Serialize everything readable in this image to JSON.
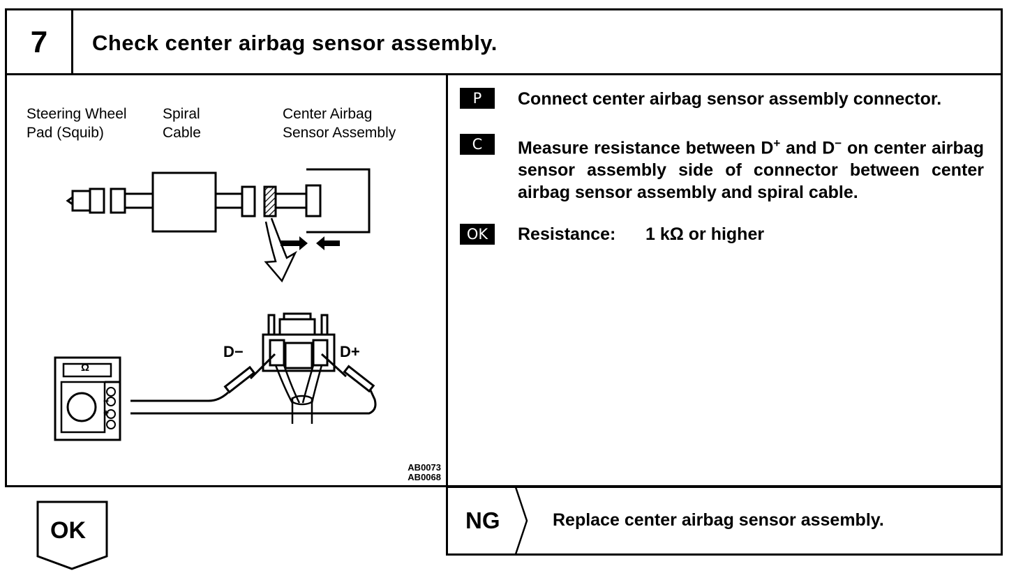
{
  "step": {
    "number": "7",
    "title": "Check center airbag sensor assembly."
  },
  "diagram": {
    "labels": {
      "steering_wheel_pad": "Steering Wheel\nPad (Squib)",
      "spiral_cable": "Spiral\nCable",
      "center_sensor": "Center Airbag\nSensor Assembly",
      "d_minus": "D−",
      "d_plus": "D+",
      "ohm_symbol": "Ω",
      "minus_sign": "−",
      "plus_sign": "+"
    },
    "codes": [
      "AB0073",
      "AB0068"
    ]
  },
  "instructions": [
    {
      "badge": "P",
      "text": "Connect center airbag sensor assembly connector."
    },
    {
      "badge": "C",
      "text_pre": "Measure resistance between D",
      "sup1": "+",
      "text_mid": " and D",
      "sup2": "−",
      "text_post": " on center airbag sensor assembly side of connector between center airbag sensor assembly and spiral cable."
    },
    {
      "badge": "OK",
      "label": "Resistance:",
      "value": "1 kΩ or higher"
    }
  ],
  "ng": {
    "label": "NG",
    "action": "Replace center airbag sensor assembly."
  },
  "ok": {
    "label": "OK"
  }
}
